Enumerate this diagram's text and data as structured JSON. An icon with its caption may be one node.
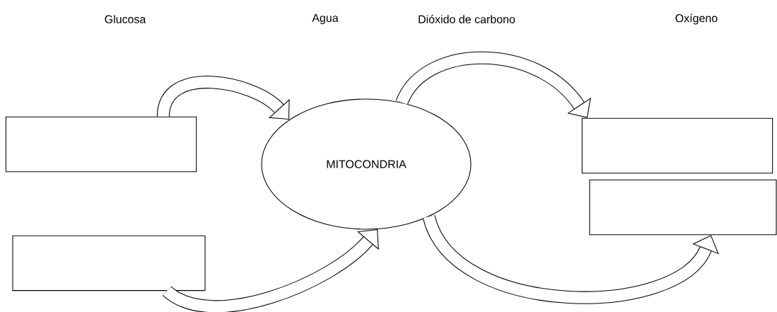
{
  "diagram": {
    "nodes": [
      {
        "text": [],
        "shape": "box"
      },
      {
        "text": [],
        "shape": "box"
      },
      {
        "text": [
          "MITOCONDRIA"
        ]
      },
      {
        "text": [],
        "shape": "box"
      },
      {
        "text": [],
        "shape": "box"
      }
    ],
    "edges": [
      {
        "from": 0,
        "to": 2,
        "arrow": "to"
      },
      {
        "from": 1,
        "to": 2,
        "arrow": "to"
      },
      {
        "from": 2,
        "to": 3,
        "arrow": "to"
      },
      {
        "from": 2,
        "to": 4,
        "arrow": "to"
      }
    ],
    "labels": [
      "Glucosa",
      "Agua",
      "Dióxido de carbono",
      "Oxígeno"
    ]
  }
}
